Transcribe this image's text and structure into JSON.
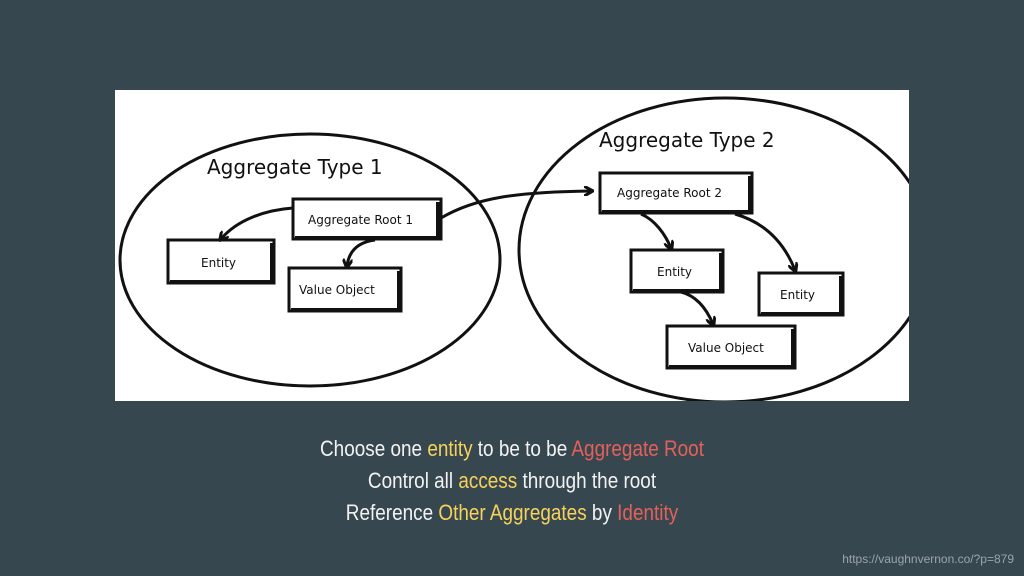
{
  "diagram": {
    "aggregate1": {
      "title": "Aggregate Type 1",
      "root": "Aggregate Root 1",
      "entity": "Entity",
      "value_object": "Value Object"
    },
    "aggregate2": {
      "title": "Aggregate Type 2",
      "root": "Aggregate Root 2",
      "entity_a": "Entity",
      "entity_b": "Entity",
      "value_object": "Value Object"
    }
  },
  "caption": {
    "line1": {
      "a": "Choose one ",
      "b": "entity",
      "c": " to be to be ",
      "d": "Aggregate Root"
    },
    "line2": {
      "a": "Control all ",
      "b": "access",
      "c": " through the root"
    },
    "line3": {
      "a": "Reference ",
      "b": "Other Aggregates",
      "c": " by ",
      "d": "Identity"
    }
  },
  "source_url": "https://vaughnvernon.co/?p=879",
  "colors": {
    "background": "#37474f",
    "highlight_yellow": "#f6d25c",
    "highlight_red": "#e4605a",
    "text": "#f2f2f2"
  }
}
